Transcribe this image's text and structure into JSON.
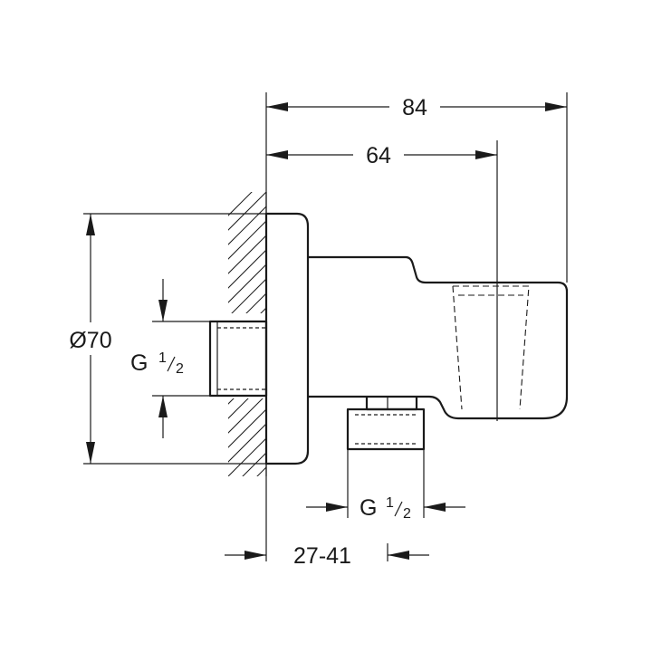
{
  "dimensions": {
    "total_length": "84",
    "holder_length": "64",
    "diameter": "Ø70",
    "thread_main": "G",
    "thread_main_fraction_num": "1",
    "thread_main_fraction_den": "2",
    "thread_outlet": "G",
    "thread_outlet_fraction_num": "1",
    "thread_outlet_fraction_den": "2",
    "wall_offset": "27-41"
  }
}
